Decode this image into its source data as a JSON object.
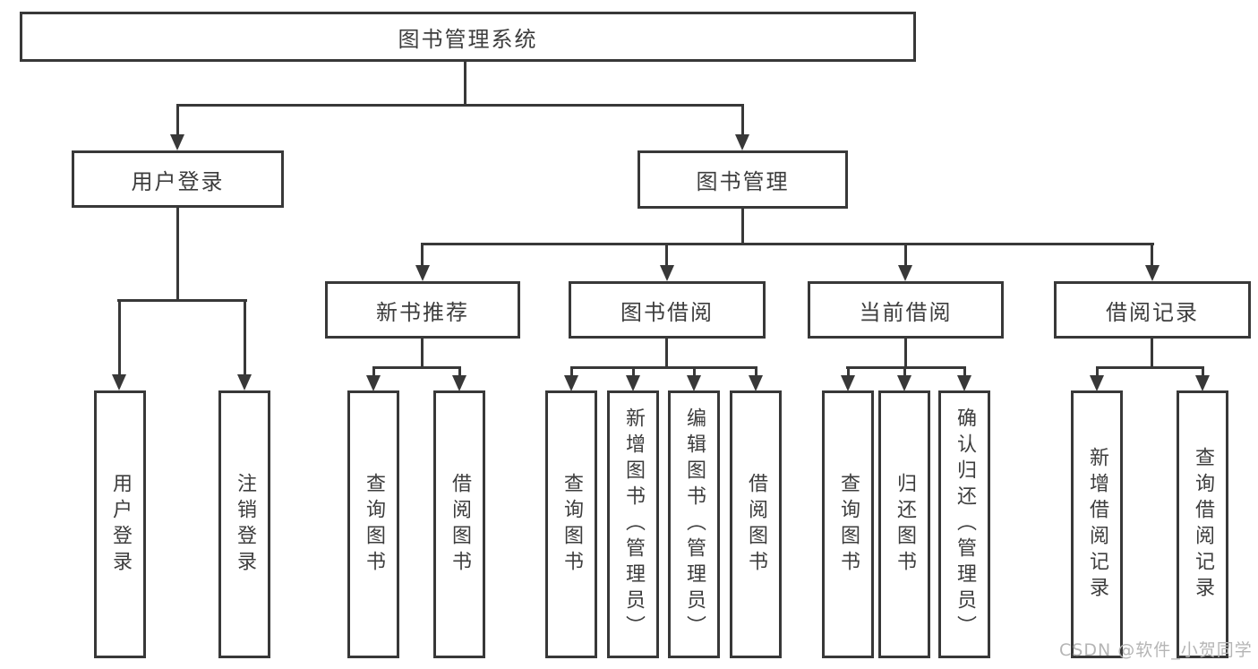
{
  "root": {
    "label": "图书管理系统"
  },
  "user_login": {
    "label": "用户登录",
    "leaves": [
      "用户登录",
      "注销登录"
    ]
  },
  "book_management": {
    "label": "图书管理",
    "groups": [
      {
        "label": "新书推荐",
        "leaves": [
          "查询图书",
          "借阅图书"
        ]
      },
      {
        "label": "图书借阅",
        "leaves": [
          "查询图书",
          "新增图书（管理员）",
          "编辑图书（管理员）",
          "借阅图书"
        ]
      },
      {
        "label": "当前借阅",
        "leaves": [
          "查询图书",
          "归还图书",
          "确认归还（管理员）"
        ]
      },
      {
        "label": "借阅记录",
        "leaves": [
          "新增借阅记录",
          "查询借阅记录"
        ]
      }
    ]
  },
  "watermark": {
    "text": "CSDN @软件_小贺同学"
  },
  "colors": {
    "line": "#383838",
    "text": "#3d3d3d",
    "box_background": "#ffffff",
    "watermark": "#b5b5b5",
    "page_background": "#ffffff"
  }
}
